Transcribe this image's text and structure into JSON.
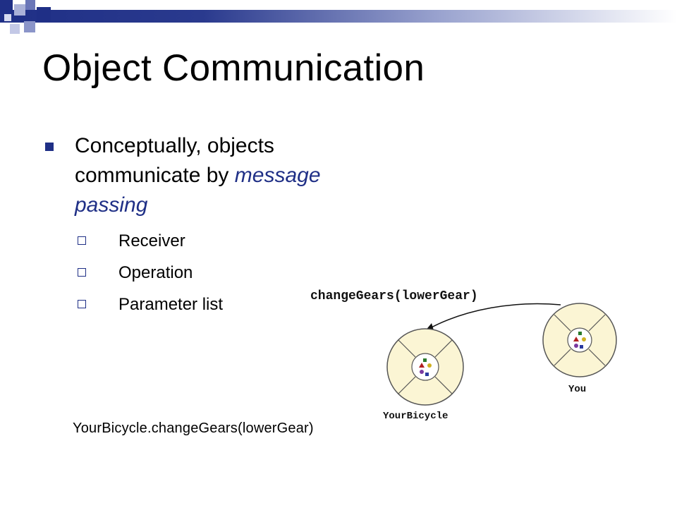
{
  "slide": {
    "title": "Object Communication",
    "bullet_main": {
      "text": "Conceptually, objects communicate by",
      "emphasis": "message passing",
      "emphasis_color": "#1f2f86"
    },
    "sub_bullets": [
      {
        "label": "Receiver"
      },
      {
        "label": "Operation"
      },
      {
        "label": "Parameter list"
      }
    ],
    "code_example": "YourBicycle.changeGears(lowerGear)",
    "figure": {
      "message": "changeGears(lowerGear)",
      "receiver_label": "YourBicycle",
      "sender_label": "You"
    },
    "colors": {
      "accent": "#1f2f86",
      "object_fill": "#fbf5d4"
    }
  }
}
